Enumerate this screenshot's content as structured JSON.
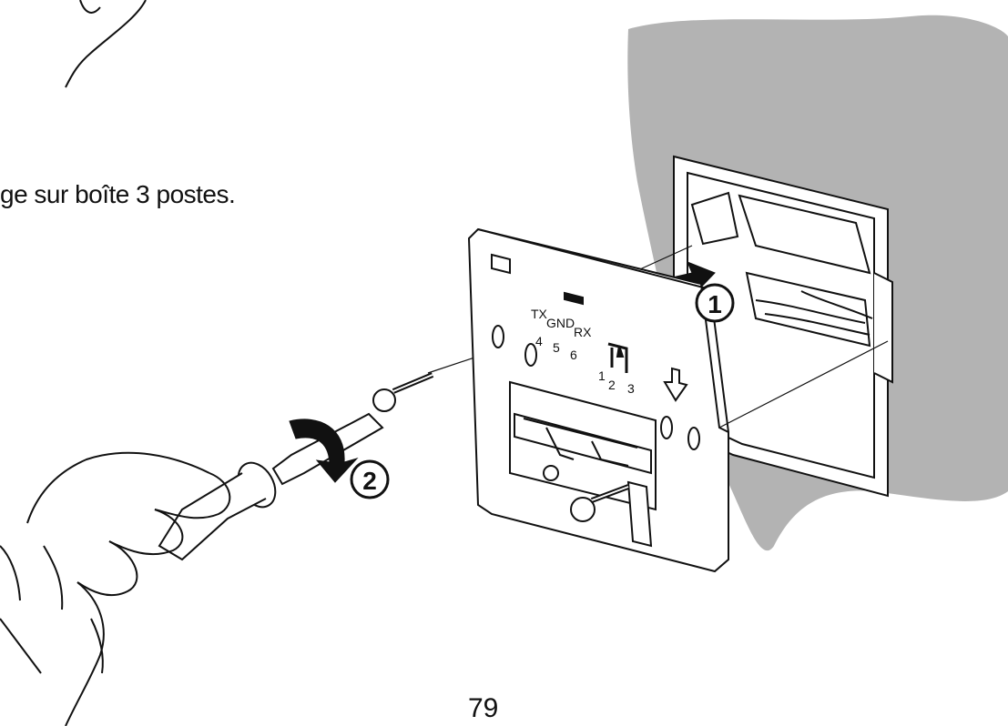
{
  "caption": "ge sur boîte 3 postes.",
  "page_number": "79",
  "illustration": {
    "step_markers": [
      "1",
      "2"
    ],
    "terminal_labels": {
      "top": [
        "TX",
        "GND",
        "RX"
      ],
      "bottom": [
        "4",
        "5",
        "6"
      ]
    },
    "jumper_labels": [
      "1",
      "2",
      "3"
    ],
    "colors": {
      "wall": "#b3b3b3",
      "ink": "#111111"
    }
  }
}
